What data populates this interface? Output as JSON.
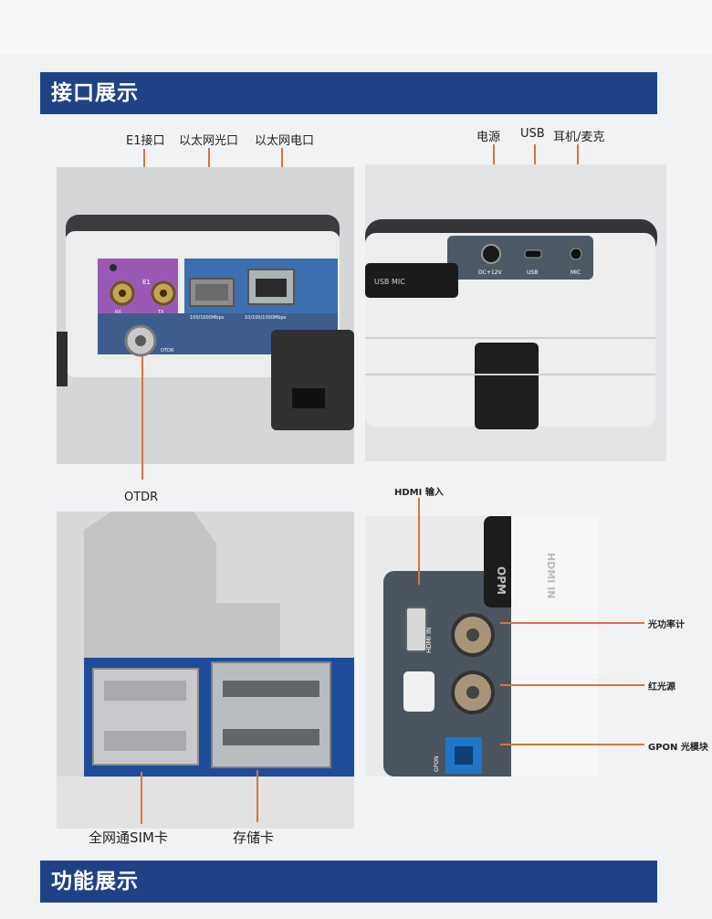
{
  "sections": {
    "interface": "接口展示",
    "function": "功能展示"
  },
  "top_labels": {
    "e1": "E1接口",
    "eth_optical": "以太网光口",
    "eth_electrical": "以太网电口",
    "power": "电源",
    "usb": "USB",
    "headset": "耳机/麦克"
  },
  "bottom_labels": {
    "otdr": "OTDR",
    "hdmi_in": "HDMI  输入",
    "opm": "光功率计",
    "red_light": "红光源",
    "gpon": "GPON  光模块",
    "sim": "全网通SIM卡",
    "storage": "存储卡"
  },
  "device_text": {
    "e1_port": "E1",
    "rx": "RX",
    "tx": "TX",
    "sfp_speed": "100/1000Mbps",
    "rj45_speed": "10/100/1000Mbps",
    "otdr_port": "OTDR",
    "dc": "DC+12V",
    "usb_port": "USB",
    "mic": "MIC",
    "cover_text": "USB   MIC",
    "hdmi_port": "HDMI IN",
    "cap_opm": "OPM",
    "cap_hdmi": "HDMI IN",
    "gpon_port": "GPON"
  },
  "colors": {
    "section_bar": "#1f4287",
    "callout_line": "#d9733a",
    "e1_panel": "#9b59b6",
    "eth_panel": "#3b6fb0"
  }
}
